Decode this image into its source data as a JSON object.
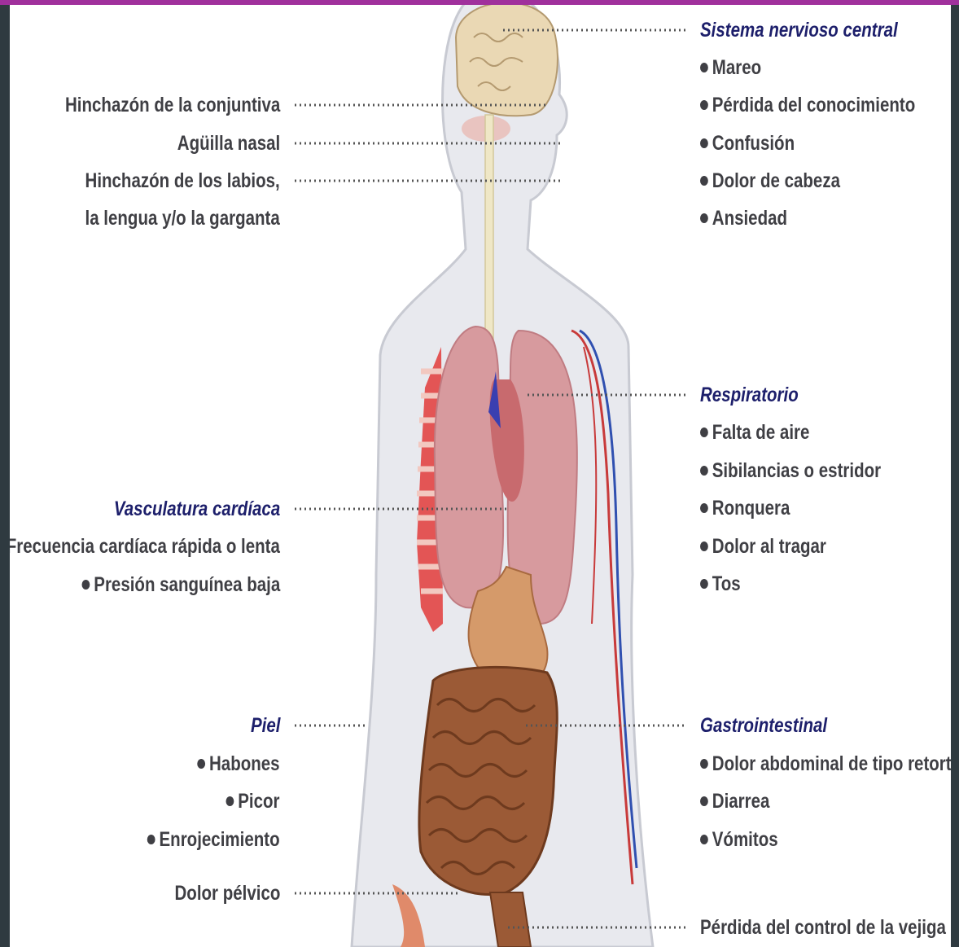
{
  "colors": {
    "frame": "#2f3a40",
    "accent_bar": "#a0309c",
    "heading": "#1d1f6b",
    "text": "#3f3f44"
  },
  "left": {
    "conjuntiva": "Hinchazón de la conjuntiva",
    "aguilla": "Agüilla nasal",
    "labios_1": "Hinchazón de los labios,",
    "labios_2": "la lengua y/o la garganta",
    "cardio": {
      "heading": "Vasculatura cardíaca",
      "items": [
        "Frecuencia cardíaca rápida o lenta",
        "Presión sanguínea baja"
      ]
    },
    "piel": {
      "heading": "Piel",
      "items": [
        "Habones",
        "Picor",
        "Enrojecimiento"
      ]
    },
    "pelvico": "Dolor pélvico"
  },
  "right": {
    "snc": {
      "heading": "Sistema nervioso central",
      "items": [
        "Mareo",
        "Pérdida del conocimiento",
        "Confusión",
        "Dolor de cabeza",
        "Ansiedad"
      ]
    },
    "resp": {
      "heading": "Respiratorio",
      "items": [
        "Falta de aire",
        "Sibilancias o estridor",
        "Ronquera",
        "Dolor al tragar",
        "Tos"
      ]
    },
    "gastro": {
      "heading": "Gastrointestinal",
      "items": [
        "Dolor abdominal de tipo retortijón",
        "Diarrea",
        "Vómitos"
      ]
    },
    "vejiga": "Pérdida del control de la vejiga"
  }
}
